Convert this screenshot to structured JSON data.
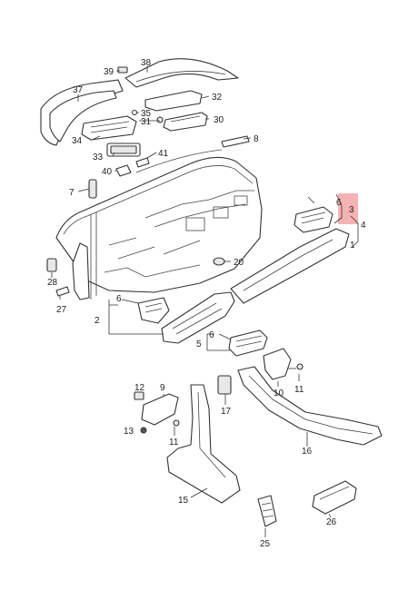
{
  "diagram": {
    "highlight_color": "#f4a6a6",
    "labels": {
      "l1": "1",
      "l2": "2",
      "l3": "3",
      "l4": "4",
      "l5": "5",
      "l6a": "6",
      "l6b": "6",
      "l6c": "6",
      "l7": "7",
      "l8": "8",
      "l9": "9",
      "l10": "10",
      "l11a": "11",
      "l11b": "11",
      "l12": "12",
      "l13": "13",
      "l15": "15",
      "l16": "16",
      "l17": "17",
      "l20": "20",
      "l25": "25",
      "l26": "26",
      "l27": "27",
      "l28": "28",
      "l30": "30",
      "l31": "31",
      "l32": "32",
      "l33": "33",
      "l34": "34",
      "l35": "35",
      "l37": "37",
      "l38": "38",
      "l39": "39",
      "l40": "40",
      "l41": "41"
    }
  }
}
